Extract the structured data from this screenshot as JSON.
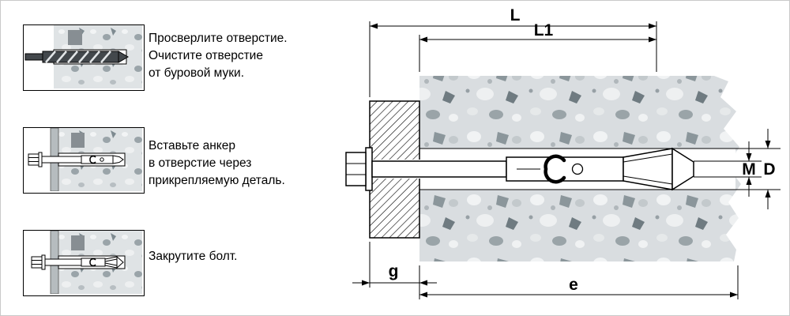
{
  "steps": [
    {
      "text": "Просверлите отверстие.\nОчистите отверстие\nот буровой муки."
    },
    {
      "text": "Вставьте анкер\nв отверстие через\nприкрепляемую деталь."
    },
    {
      "text": "Закрутите болт."
    }
  ],
  "dims": {
    "L": "L",
    "L1": "L1",
    "M": "M",
    "D": "D",
    "g": "g",
    "e": "e"
  },
  "colors": {
    "line": "#000000",
    "concrete_base": "#d9dde0",
    "aggregate_dark": "#6f7b81",
    "aggregate_mid": "#9aa4a8",
    "aggregate_light": "#f1f3f4",
    "fixture_gray": "#878e93"
  }
}
